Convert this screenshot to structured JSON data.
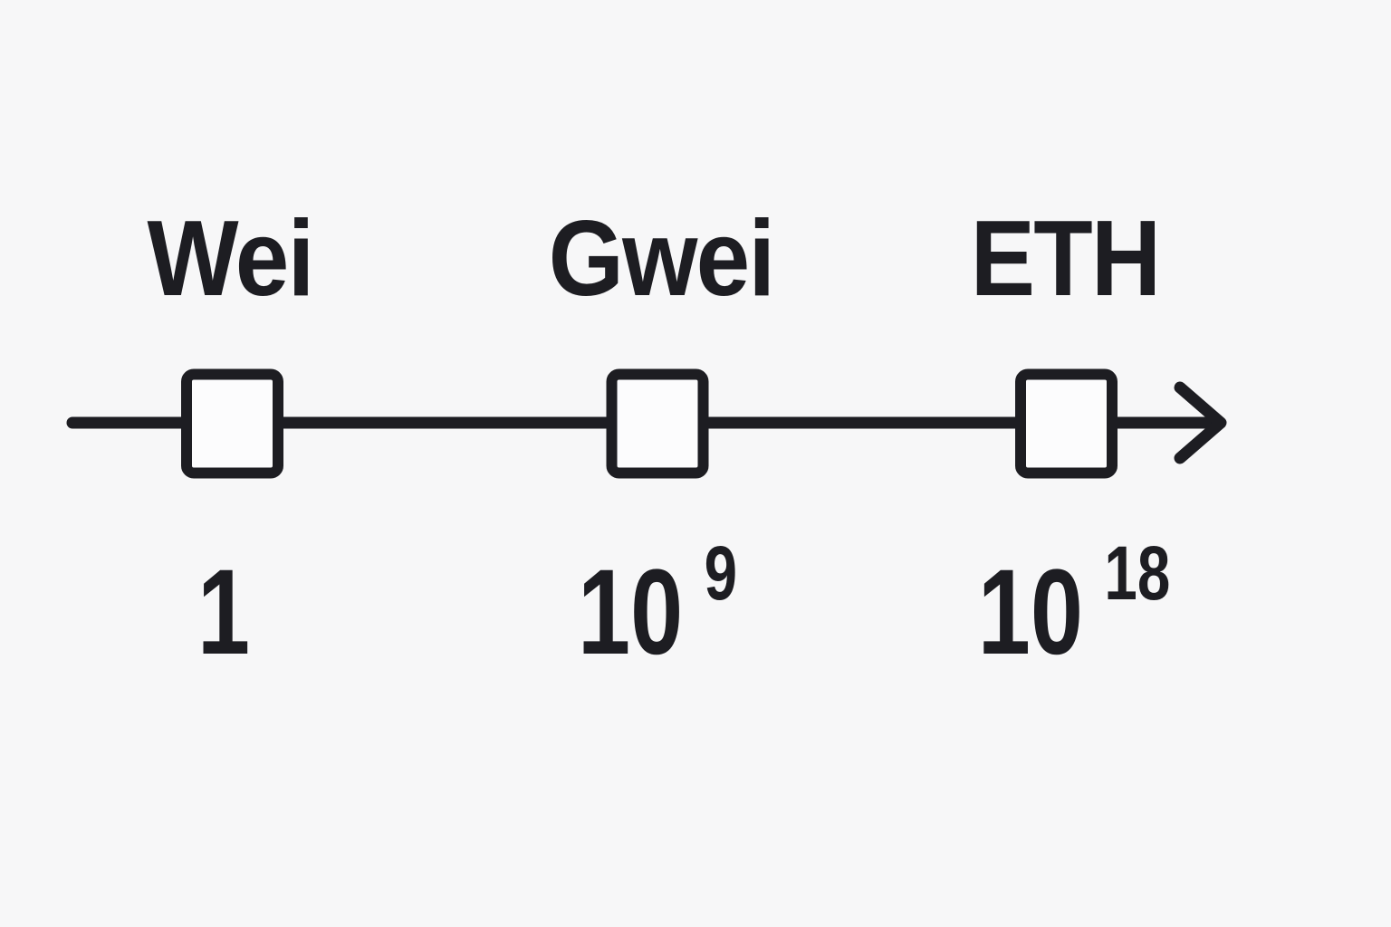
{
  "diagram": {
    "units": [
      {
        "label": "Wei",
        "value_base": "1",
        "value_exponent": ""
      },
      {
        "label": "Gwei",
        "value_base": "10",
        "value_exponent": "9"
      },
      {
        "label": "ETH",
        "value_base": "10",
        "value_exponent": "18"
      }
    ],
    "icons": {
      "axis_arrow": "arrow-right-icon"
    },
    "colors": {
      "background": "#f7f7f8",
      "ink": "#1d1d22",
      "node_fill": "#fcfcfd"
    }
  }
}
